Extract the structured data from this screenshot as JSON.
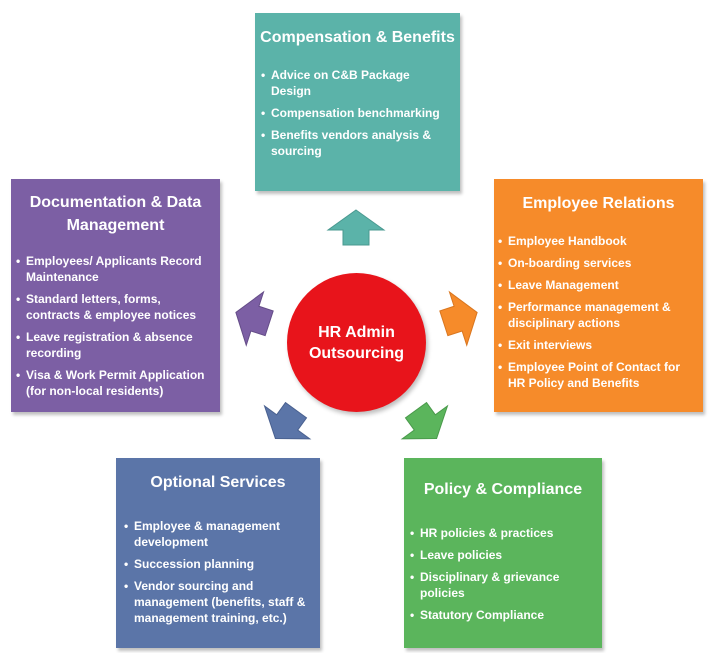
{
  "center": {
    "title": "HR Admin Outsourcing"
  },
  "boxes": {
    "compensation": {
      "title": "Compensation & Benefits",
      "color": "#5bb3a9",
      "items": [
        "Advice on C&B Package Design",
        "Compensation benchmarking",
        "Benefits vendors analysis & sourcing"
      ]
    },
    "employee_relations": {
      "title": "Employee Relations",
      "color": "#f68b2a",
      "items": [
        "Employee Handbook",
        "On-boarding services",
        "Leave Management",
        "Performance management & disciplinary actions",
        "Exit interviews",
        "Employee Point of Contact for HR Policy and Benefits"
      ]
    },
    "documentation": {
      "title": "Documentation & Data Management",
      "color": "#7c5fa4",
      "items": [
        "Employees/ Applicants Record Maintenance",
        "Standard letters, forms, contracts & employee notices",
        "Leave registration & absence recording",
        "Visa & Work Permit Application (for non-local residents)"
      ]
    },
    "optional": {
      "title": "Optional Services",
      "color": "#5b75a8",
      "items": [
        "Employee & management development",
        "Succession planning",
        "Vendor sourcing and management (benefits, staff & management training, etc.)"
      ]
    },
    "policy": {
      "title": "Policy & Compliance",
      "color": "#5bb55c",
      "items": [
        "HR policies & practices",
        "Leave policies",
        "Disciplinary & grievance policies",
        "Statutory Compliance"
      ]
    }
  },
  "center_color": "#e8141b"
}
